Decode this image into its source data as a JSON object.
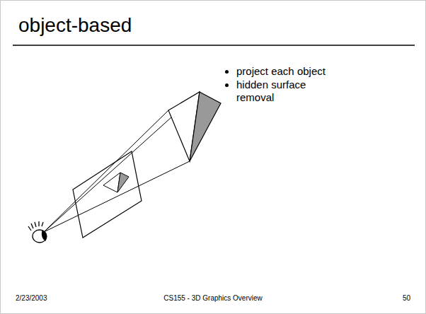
{
  "diagram": {
    "title": "object-based",
    "labels": [
      "project each object",
      "hidden surface removal",
      "2/23/2003",
      "CS155 - 3D Graphics Overview",
      "50"
    ]
  }
}
